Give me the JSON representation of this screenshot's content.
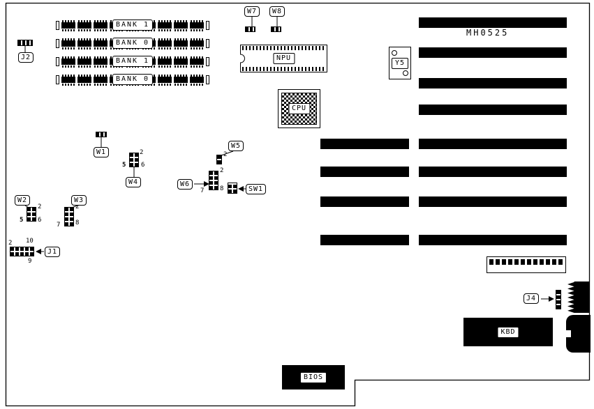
{
  "board": {
    "part_number": "MH0525"
  },
  "memory_banks": [
    {
      "label": "BANK 1"
    },
    {
      "label": "BANK 0"
    },
    {
      "label": "BANK 1"
    },
    {
      "label": "BANK 0"
    }
  ],
  "chips": {
    "npu": "NPU",
    "cpu": "CPU",
    "y5": "Y5",
    "kbd": "KBD",
    "bios": "BIOS"
  },
  "jumpers": {
    "w1": "W1",
    "w2": "W2",
    "w3": "W3",
    "w4": "W4",
    "w5": "W5",
    "w6": "W6",
    "w7": "W7",
    "w8": "W8",
    "sw1": "SW1"
  },
  "connectors": {
    "j1": "J1",
    "j2": "J2",
    "j4": "J4"
  },
  "pin_labels": {
    "w2": {
      "pin2": "2",
      "pin5": "5",
      "pin6": "6"
    },
    "w3": {
      "pin2": "2",
      "pin7": "7",
      "pin8": "8"
    },
    "w4": {
      "pin2": "2",
      "pin5": "5",
      "pin6": "6"
    },
    "w5": {
      "pin2": "2"
    },
    "w6": {
      "pin2": "2",
      "pin7": "7",
      "pin8": "8"
    },
    "j1": {
      "pin2": "2",
      "pin9": "9",
      "pin10": "10"
    }
  },
  "colors": {
    "ink": "#000000",
    "background": "#ffffff"
  }
}
